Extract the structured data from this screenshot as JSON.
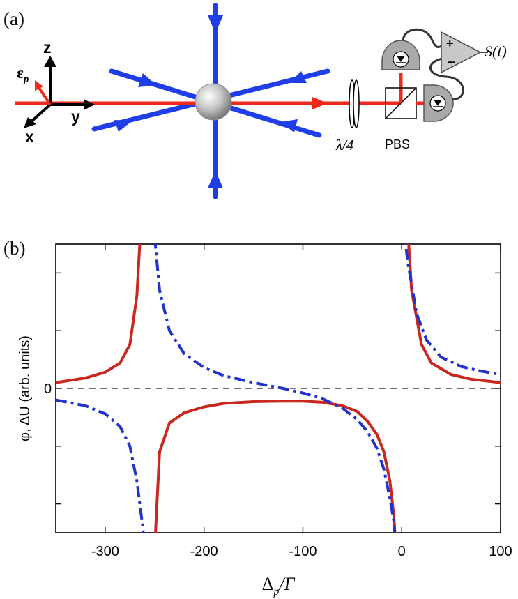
{
  "panel_a": {
    "label": "(a)",
    "axes": {
      "z": "z",
      "y": "y",
      "x": "x",
      "polarization_main": "ε",
      "polarization_sub": "p"
    },
    "waveplate_label": "λ/4",
    "pbs_label": "PBS",
    "amp_plus": "+",
    "amp_minus": "−",
    "signal_label": "S(t)",
    "colors": {
      "mot_beam": "#1f3ee8",
      "probe_beam": "#f02a1a",
      "atom": "#b0b0b0",
      "detector": "#a9a9a9"
    }
  },
  "panel_b": {
    "label": "(b)",
    "y_zero_label": "0",
    "ylabel": "φ, ΔU (arb. units)",
    "xlabel_main": "Δ",
    "xlabel_sub": "p",
    "xlabel_tail": "/Γ",
    "colors": {
      "solid": "#c8281e",
      "dashdot": "#2233cc",
      "zero_line": "#444444"
    }
  },
  "chart_data": {
    "type": "line",
    "xlim": [
      -350,
      100
    ],
    "ylim": [
      -1.25,
      1.25
    ],
    "xticks": [
      -300,
      -200,
      -100,
      0,
      100
    ],
    "xtick_labels": [
      "-300",
      "-200",
      "-100",
      "0",
      "100"
    ],
    "yticks": [
      -1,
      -0.5,
      0,
      0.5,
      1
    ],
    "grid": false,
    "legend": "none",
    "series": [
      {
        "style": "solid",
        "poles": [
          -262,
          3
        ],
        "x": [
          -350,
          -320,
          -300,
          -285,
          -275,
          -268,
          -264,
          -250,
          -245,
          -235,
          -220,
          -200,
          -180,
          -150,
          -120,
          -100,
          -80,
          -60,
          -45,
          -35,
          -25,
          -18,
          -12,
          -8,
          -5,
          6,
          10,
          20,
          30,
          50,
          70,
          100
        ],
        "y": [
          0.05,
          0.09,
          0.14,
          0.22,
          0.38,
          0.8,
          1.4,
          -1.4,
          -0.55,
          -0.3,
          -0.21,
          -0.16,
          -0.13,
          -0.115,
          -0.11,
          -0.11,
          -0.12,
          -0.15,
          -0.2,
          -0.28,
          -0.4,
          -0.55,
          -0.8,
          -1.1,
          -1.5,
          1.4,
          0.85,
          0.38,
          0.22,
          0.12,
          0.08,
          0.05
        ]
      },
      {
        "style": "dashdot",
        "poles": [
          -255,
          -4
        ],
        "x": [
          -350,
          -320,
          -300,
          -285,
          -275,
          -268,
          -262,
          -258,
          -252,
          -245,
          -235,
          -220,
          -200,
          -180,
          -150,
          -120,
          -100,
          -80,
          -60,
          -45,
          -35,
          -25,
          -18,
          -12,
          -8,
          -5,
          2,
          6,
          15,
          25,
          40,
          60,
          80,
          100
        ],
        "y": [
          -0.1,
          -0.15,
          -0.22,
          -0.33,
          -0.5,
          -0.8,
          -1.2,
          -1.6,
          1.5,
          0.85,
          0.5,
          0.3,
          0.18,
          0.11,
          0.05,
          0.0,
          -0.04,
          -0.09,
          -0.17,
          -0.27,
          -0.37,
          -0.52,
          -0.7,
          -0.95,
          -1.15,
          -1.6,
          1.4,
          1.1,
          0.65,
          0.42,
          0.27,
          0.19,
          0.15,
          0.12
        ]
      }
    ]
  }
}
